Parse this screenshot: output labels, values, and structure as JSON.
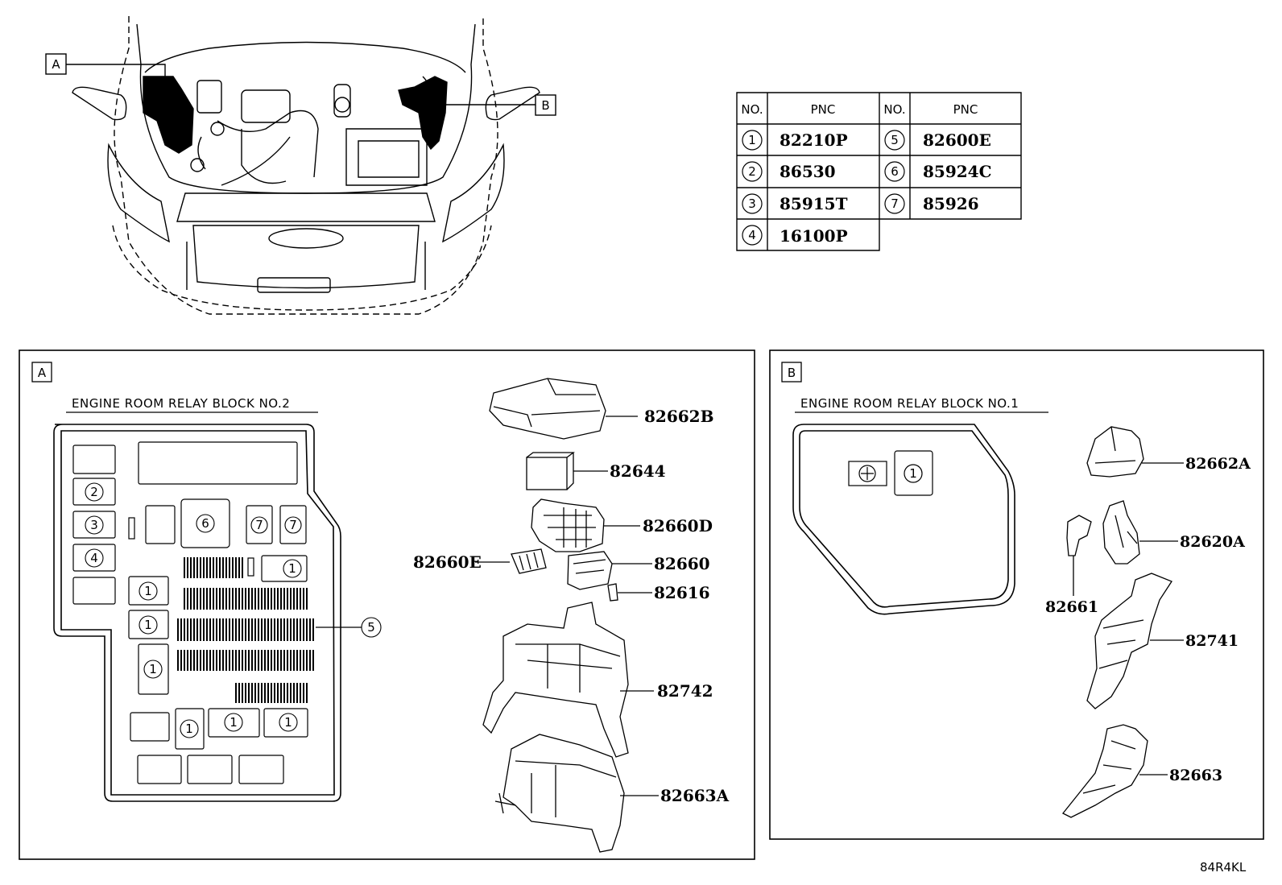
{
  "callouts": {
    "a": "A",
    "b": "B"
  },
  "table": {
    "headers": [
      "NO.",
      "PNC",
      "NO.",
      "PNC"
    ],
    "rows": [
      {
        "no": "1",
        "pnc": "82210P"
      },
      {
        "no": "2",
        "pnc": "86530"
      },
      {
        "no": "3",
        "pnc": "85915T"
      },
      {
        "no": "4",
        "pnc": "16100P"
      },
      {
        "no": "5",
        "pnc": "82600E"
      },
      {
        "no": "6",
        "pnc": "85924C"
      },
      {
        "no": "7",
        "pnc": "85926"
      }
    ]
  },
  "panel_a": {
    "tag": "A",
    "title": "ENGINE ROOM RELAY BLOCK NO.2",
    "parts": [
      "82662B",
      "82644",
      "82660D",
      "82660E",
      "82660",
      "82616",
      "82742",
      "82663A"
    ],
    "circles": {
      "one": "1",
      "two": "2",
      "three": "3",
      "four": "4",
      "five": "5",
      "six": "6",
      "seven": "7"
    }
  },
  "panel_b": {
    "tag": "B",
    "title": "ENGINE ROOM RELAY BLOCK NO.1",
    "parts": [
      "82662A",
      "82620A",
      "82661",
      "82741",
      "82663"
    ],
    "circles": {
      "one": "1"
    }
  },
  "footer_code": "84R4KL"
}
